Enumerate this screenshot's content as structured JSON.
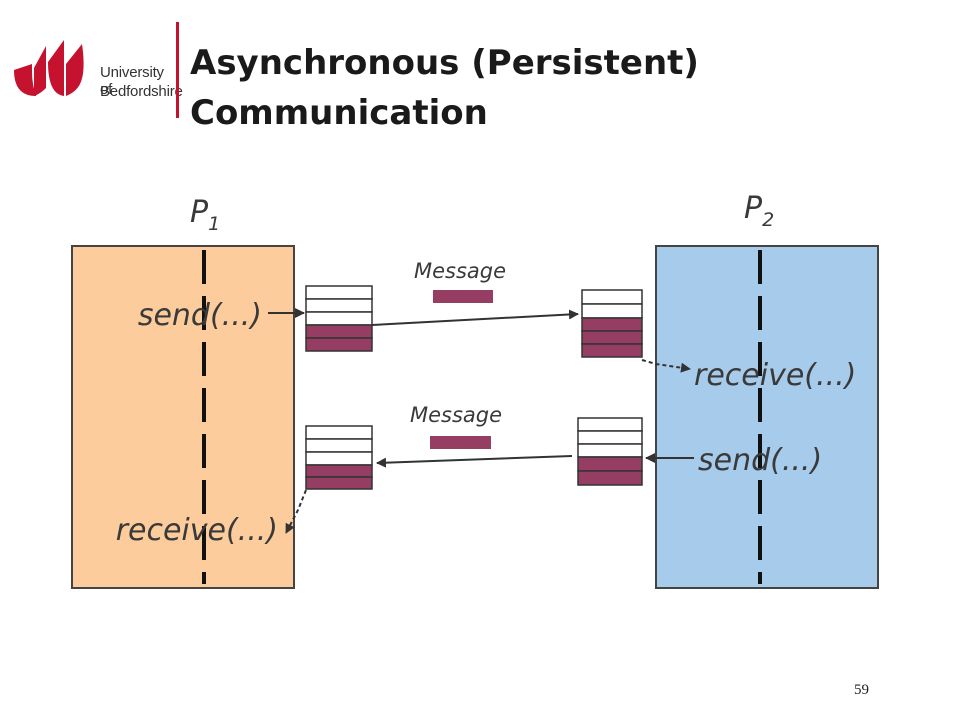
{
  "logo": {
    "name": "university-of-bedfordshire-logo",
    "line1": "University of",
    "line2": "Bedfordshire",
    "brand_color": "#c4122f"
  },
  "title": {
    "line1": "Asynchronous (Persistent)",
    "line2": "Communication"
  },
  "diagram": {
    "process_1": {
      "symbol": "P",
      "subscript": "1",
      "fill": "#fdcc9c",
      "send_label": "send(...)",
      "receive_label": "receive(...)"
    },
    "process_2": {
      "symbol": "P",
      "subscript": "2",
      "fill": "#a7cbeb",
      "send_label": "send(...)",
      "receive_label": "receive(...)"
    },
    "message_label_top": "Message",
    "message_label_bottom": "Message",
    "message_color": "#963d63"
  },
  "page_number": "59"
}
